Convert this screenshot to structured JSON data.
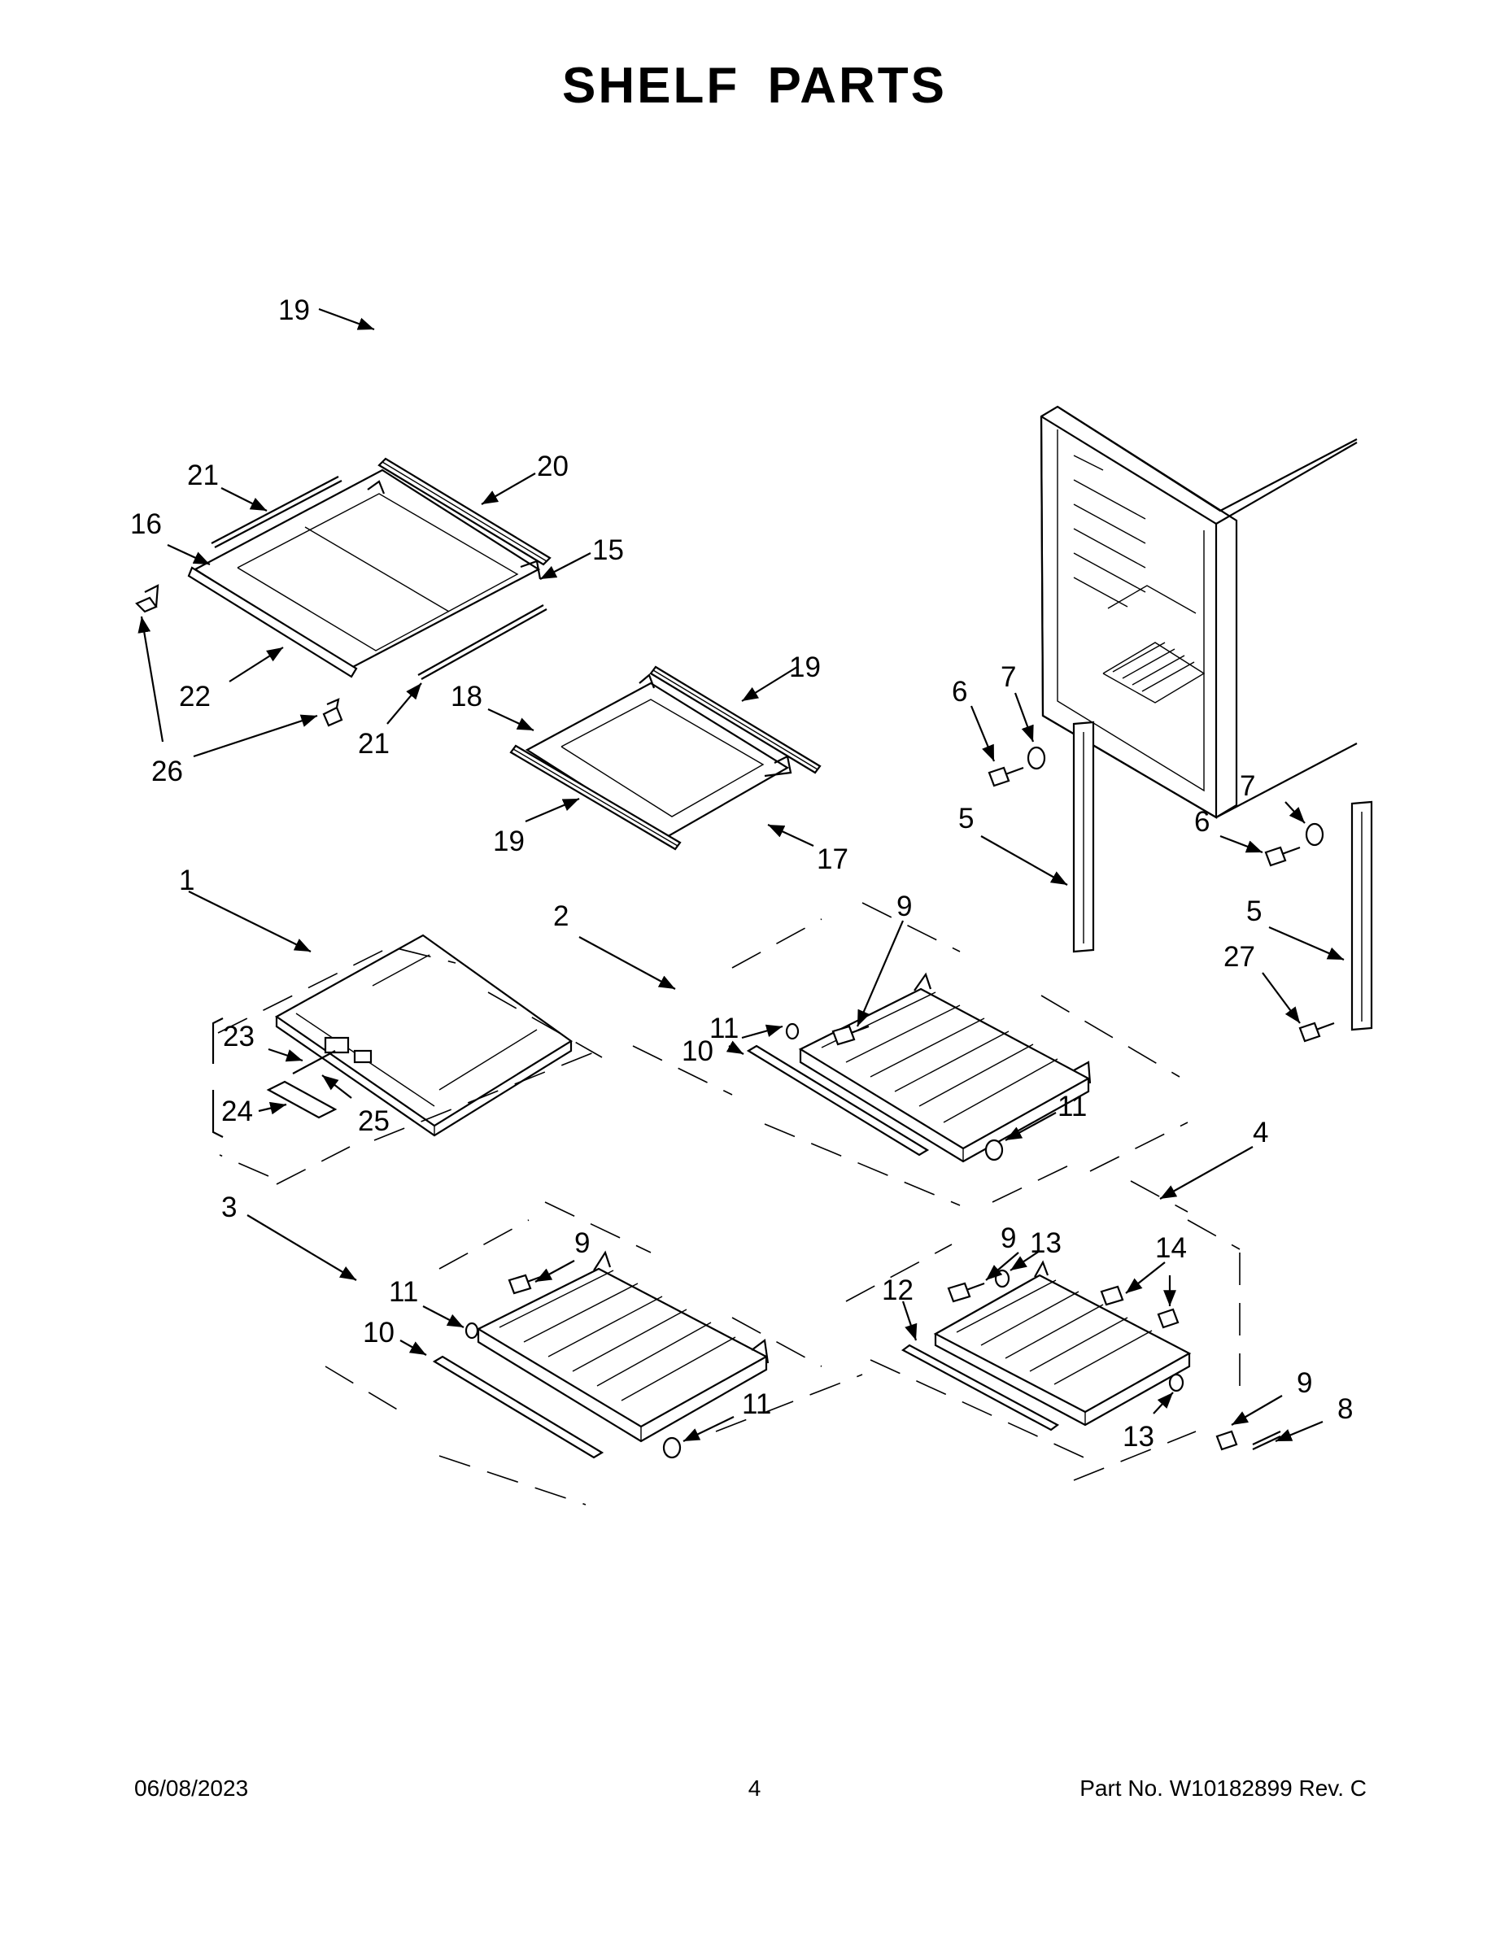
{
  "title": "SHELF PARTS",
  "footer": {
    "date": "06/08/2023",
    "page": "4",
    "part_no": "Part No.  W10182899  Rev.  C"
  },
  "callouts": {
    "c19a": "19",
    "c20": "20",
    "c21a": "21",
    "c16": "16",
    "c15": "15",
    "c22": "22",
    "c21b": "21",
    "c26": "26",
    "c19b": "19",
    "c18": "18",
    "c19c": "19",
    "c17": "17",
    "c6a": "6",
    "c7a": "7",
    "c5a": "5",
    "c7b": "7",
    "c6b": "6",
    "c5b": "5",
    "c27": "27",
    "c1": "1",
    "c23": "23",
    "c24": "24",
    "c25": "25",
    "c2": "2",
    "c9a": "9",
    "c11a": "11",
    "c10a": "10",
    "c11b": "11",
    "c4": "4",
    "c3": "3",
    "c9b": "9",
    "c11c": "11",
    "c10b": "10",
    "c11d": "11",
    "c9c": "9",
    "c13a": "13",
    "c14": "14",
    "c12": "12",
    "c13b": "13",
    "c9d": "9",
    "c8": "8"
  }
}
